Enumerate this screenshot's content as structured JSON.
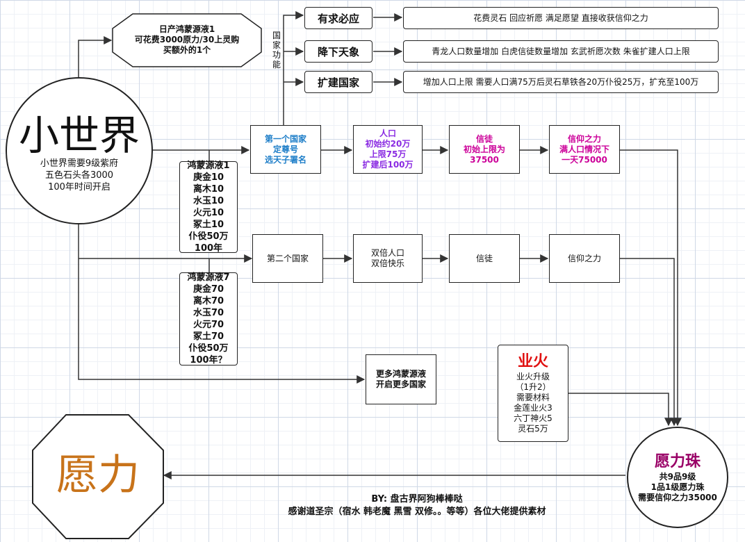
{
  "small_world": {
    "title": "小世界",
    "lines": [
      "小世界需要9级紫府",
      "五色石头各3000",
      "100年时间开启"
    ]
  },
  "daily_note": [
    "日产鸿蒙源液1",
    "可花费3000原力/30上灵购",
    "买额外的1个"
  ],
  "country_function_label": "国家功能",
  "functions": [
    {
      "name": "有求必应",
      "desc": "花费灵石 回应祈愿 满足愿望 直接收获信仰之力"
    },
    {
      "name": "降下天象",
      "desc": "青龙人口数量增加 白虎信徒数量增加 玄武祈愿次数 朱雀扩建人口上限"
    },
    {
      "name": "扩建国家",
      "desc": "增加人口上限 需要人口满75万后灵石草铁各20万仆役25万，扩充至100万"
    }
  ],
  "country1": {
    "nation": [
      "第一个国家",
      "定尊号",
      "选天子署名"
    ],
    "population": [
      "人口",
      "初始约20万",
      "上限75万",
      "扩建后100万"
    ],
    "believers": [
      "信徒",
      "初始上限为",
      "37500"
    ],
    "faith": [
      "信仰之力",
      "满人口情况下",
      "一天75000"
    ]
  },
  "req1": [
    "鸿蒙源液1",
    "庚金10",
    "离木10",
    "水玉10",
    "火元10",
    "冢土10",
    "仆役50万",
    "100年"
  ],
  "country2": {
    "nation": "第二个国家",
    "population": [
      "双倍人口",
      "双倍快乐"
    ],
    "believers": "信徒",
    "faith": "信仰之力"
  },
  "req2": [
    "鸿蒙源液7",
    "庚金70",
    "离木70",
    "水玉70",
    "火元70",
    "冢土70",
    "仆役50万",
    "100年？"
  ],
  "more": [
    "更多鸿蒙源液",
    "开启更多国家"
  ],
  "karma": {
    "title": "业火",
    "lines": [
      "业火升级",
      "（1升2）",
      "需要材料",
      "金莲业火3",
      "六丁神火5",
      "灵石5万"
    ]
  },
  "pearl": {
    "title": "愿力珠",
    "lines": [
      "共9品9级",
      "1品1级愿力珠",
      "需要信仰之力35000"
    ]
  },
  "wish_power": "愿力",
  "footer": {
    "by": "BY: 盘古界阿狗棒棒哒",
    "thanks": "感谢道圣宗（宿水 韩老魔 黑雪 双修。。等等）各位大佬提供素材"
  },
  "colors": {
    "blue": "#1e7ec8",
    "purple": "#8a2be2",
    "magenta": "#cc0099",
    "red": "#e01010",
    "orange": "#c8731a",
    "dark_magenta": "#990066"
  }
}
